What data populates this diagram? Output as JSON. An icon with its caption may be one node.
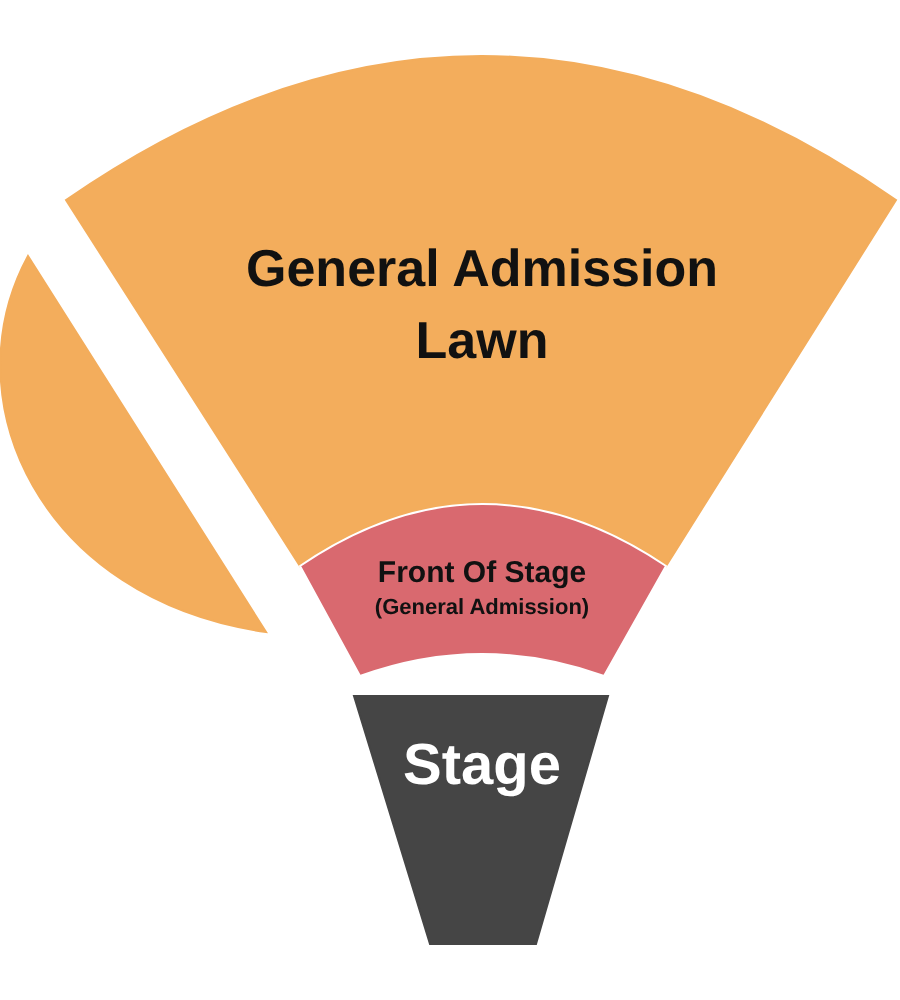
{
  "diagram": {
    "nodes": [
      {
        "text": [
          "General Admission Lawn"
        ]
      },
      {
        "text": [],
        "shape": "segment"
      },
      {
        "text": [
          "Front Of Stage",
          "(General Admission)"
        ]
      },
      {
        "text": [
          "Stage"
        ]
      }
    ]
  }
}
